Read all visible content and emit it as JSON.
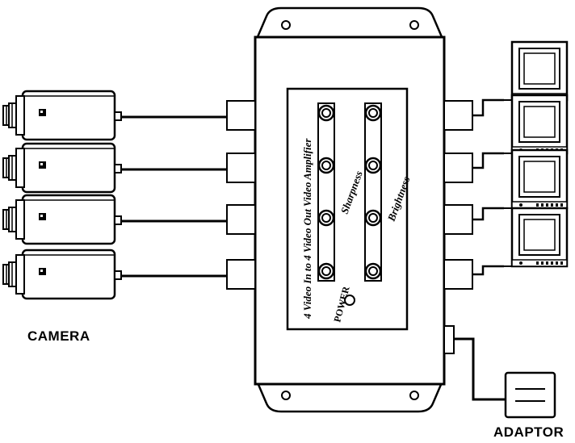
{
  "labels": {
    "camera": "CAMERA",
    "adaptor": "ADAPTOR",
    "device_title": "4 Video In to 4 Video Out Video Amplifier",
    "knob_group_1": "Sharpness",
    "knob_group_2": "Brightness",
    "power": "POWER"
  },
  "counts": {
    "cameras": 4,
    "monitors": 4,
    "inputs": 4,
    "outputs": 4,
    "knobs_per_group": 4
  },
  "icons": {
    "camera": "cctv-camera-icon",
    "monitor": "crt-monitor-icon",
    "adaptor": "power-adaptor-icon",
    "knob": "adjust-knob-icon",
    "led": "power-led-icon"
  },
  "colors": {
    "line": "#000000",
    "background": "#ffffff"
  }
}
